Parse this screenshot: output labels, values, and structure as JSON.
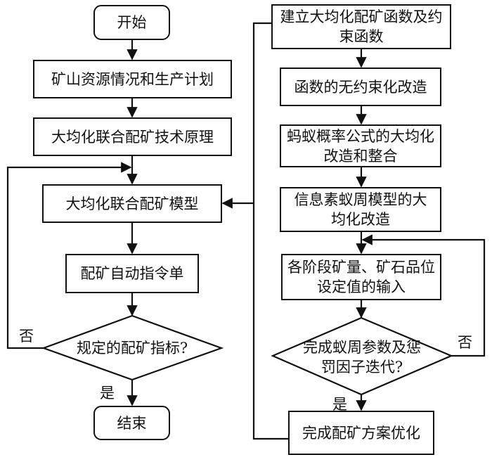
{
  "left_flow": {
    "start": "开始",
    "step1": "矿山资源情况和生产计划",
    "step2": "大均化联合配矿技术原理",
    "model": "大均化联合配矿模型",
    "order": "配矿自动指令单",
    "decision": "规定的配矿指标?",
    "decision_no": "否",
    "decision_yes": "是",
    "end": "结束"
  },
  "right_flow": {
    "step1": "建立大均化配矿函数及约束函数",
    "step2": "函数的无约束化改造",
    "step3": "蚂蚁概率公式的大均化改造和整合",
    "step4": "信息素蚁周模型的大均化改造",
    "step5": "各阶段矿量、矿石品位设定值的输入",
    "decision": "完成蚁周参数及惩罚因子迭代?",
    "decision_no": "否",
    "decision_yes": "是",
    "final": "完成配矿方案优化"
  }
}
